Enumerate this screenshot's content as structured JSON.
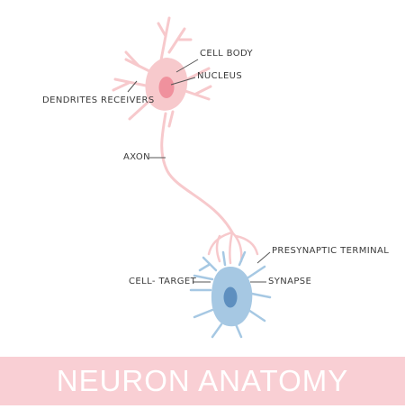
{
  "labels": {
    "cell_body": "CELL BODY",
    "nucleus": "NUCLEUS",
    "dendrites": "DENDRITES RECEIVERS",
    "axon": "AXON",
    "presynaptic": "PRESYNAPTIC TERMINAL",
    "cell_target": "CELL- TARGET",
    "synapse": "SYNAPSE"
  },
  "banner": {
    "title": "NEURON ANATOMY"
  },
  "colors": {
    "neuron_pink": "#f7c9cc",
    "nucleus_pink": "#f0919d",
    "target_blue": "#a6c8e3",
    "target_nucleus": "#5e8fbf",
    "banner_bg": "#f9cfd4",
    "banner_text": "#ffffff"
  }
}
